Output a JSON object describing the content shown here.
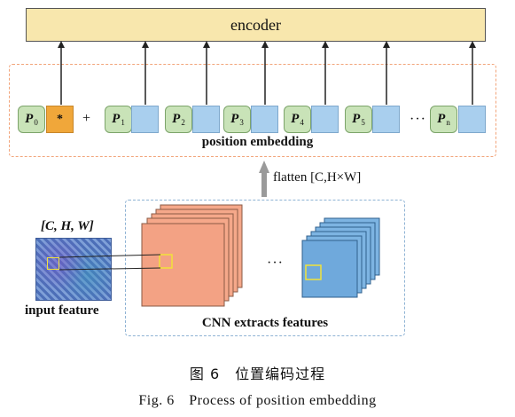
{
  "encoder": {
    "label": "encoder"
  },
  "position_embedding": {
    "label": "position embedding",
    "plus": "+",
    "cls_token": "*",
    "ellipsis": "···",
    "tokens": [
      {
        "name": "P",
        "sub": "0"
      },
      {
        "name": "P",
        "sub": "1"
      },
      {
        "name": "P",
        "sub": "2"
      },
      {
        "name": "P",
        "sub": "3"
      },
      {
        "name": "P",
        "sub": "4"
      },
      {
        "name": "P",
        "sub": "5"
      },
      {
        "name": "P",
        "sub": "n"
      }
    ]
  },
  "flatten": {
    "label": "flatten [C,H×W]"
  },
  "cnn": {
    "label": "CNN extracts features",
    "ellipsis": "···"
  },
  "input": {
    "shape": "[C, H, W]",
    "label": "input feature"
  },
  "caption": {
    "zh": "图 6　位置编码过程",
    "en": "Fig. 6　Process of position embedding"
  },
  "colors": {
    "encoder_fill": "#f8e7ad",
    "position_token": "#c9e3b8",
    "embedding": "#a9cfee",
    "cls_token": "#f0a73a",
    "feature_map_orange": "#f5a88a",
    "feature_map_blue": "#6fa9dc",
    "pos_frame": "#f2a47a",
    "cnn_frame": "#8fb3d4"
  }
}
